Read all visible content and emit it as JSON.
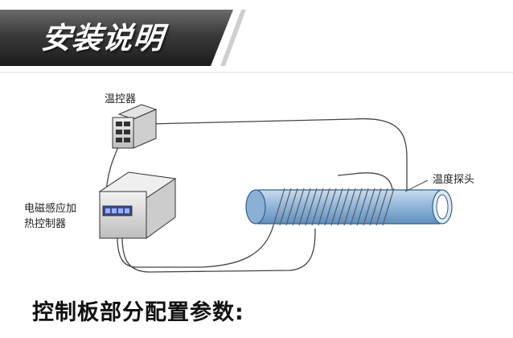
{
  "header": {
    "title": "安装说明"
  },
  "diagram": {
    "thermostat_label": "温控器",
    "controller_label_line1": "电磁感应加",
    "controller_label_line2": "热控制器",
    "probe_label": "温度探头"
  },
  "section": {
    "title": "控制板部分配置参数:"
  },
  "colors": {
    "banner_dark": "#3a3a3a",
    "pipe_blue": "#8fb4d8",
    "accent_stripe": "#ffffff"
  }
}
